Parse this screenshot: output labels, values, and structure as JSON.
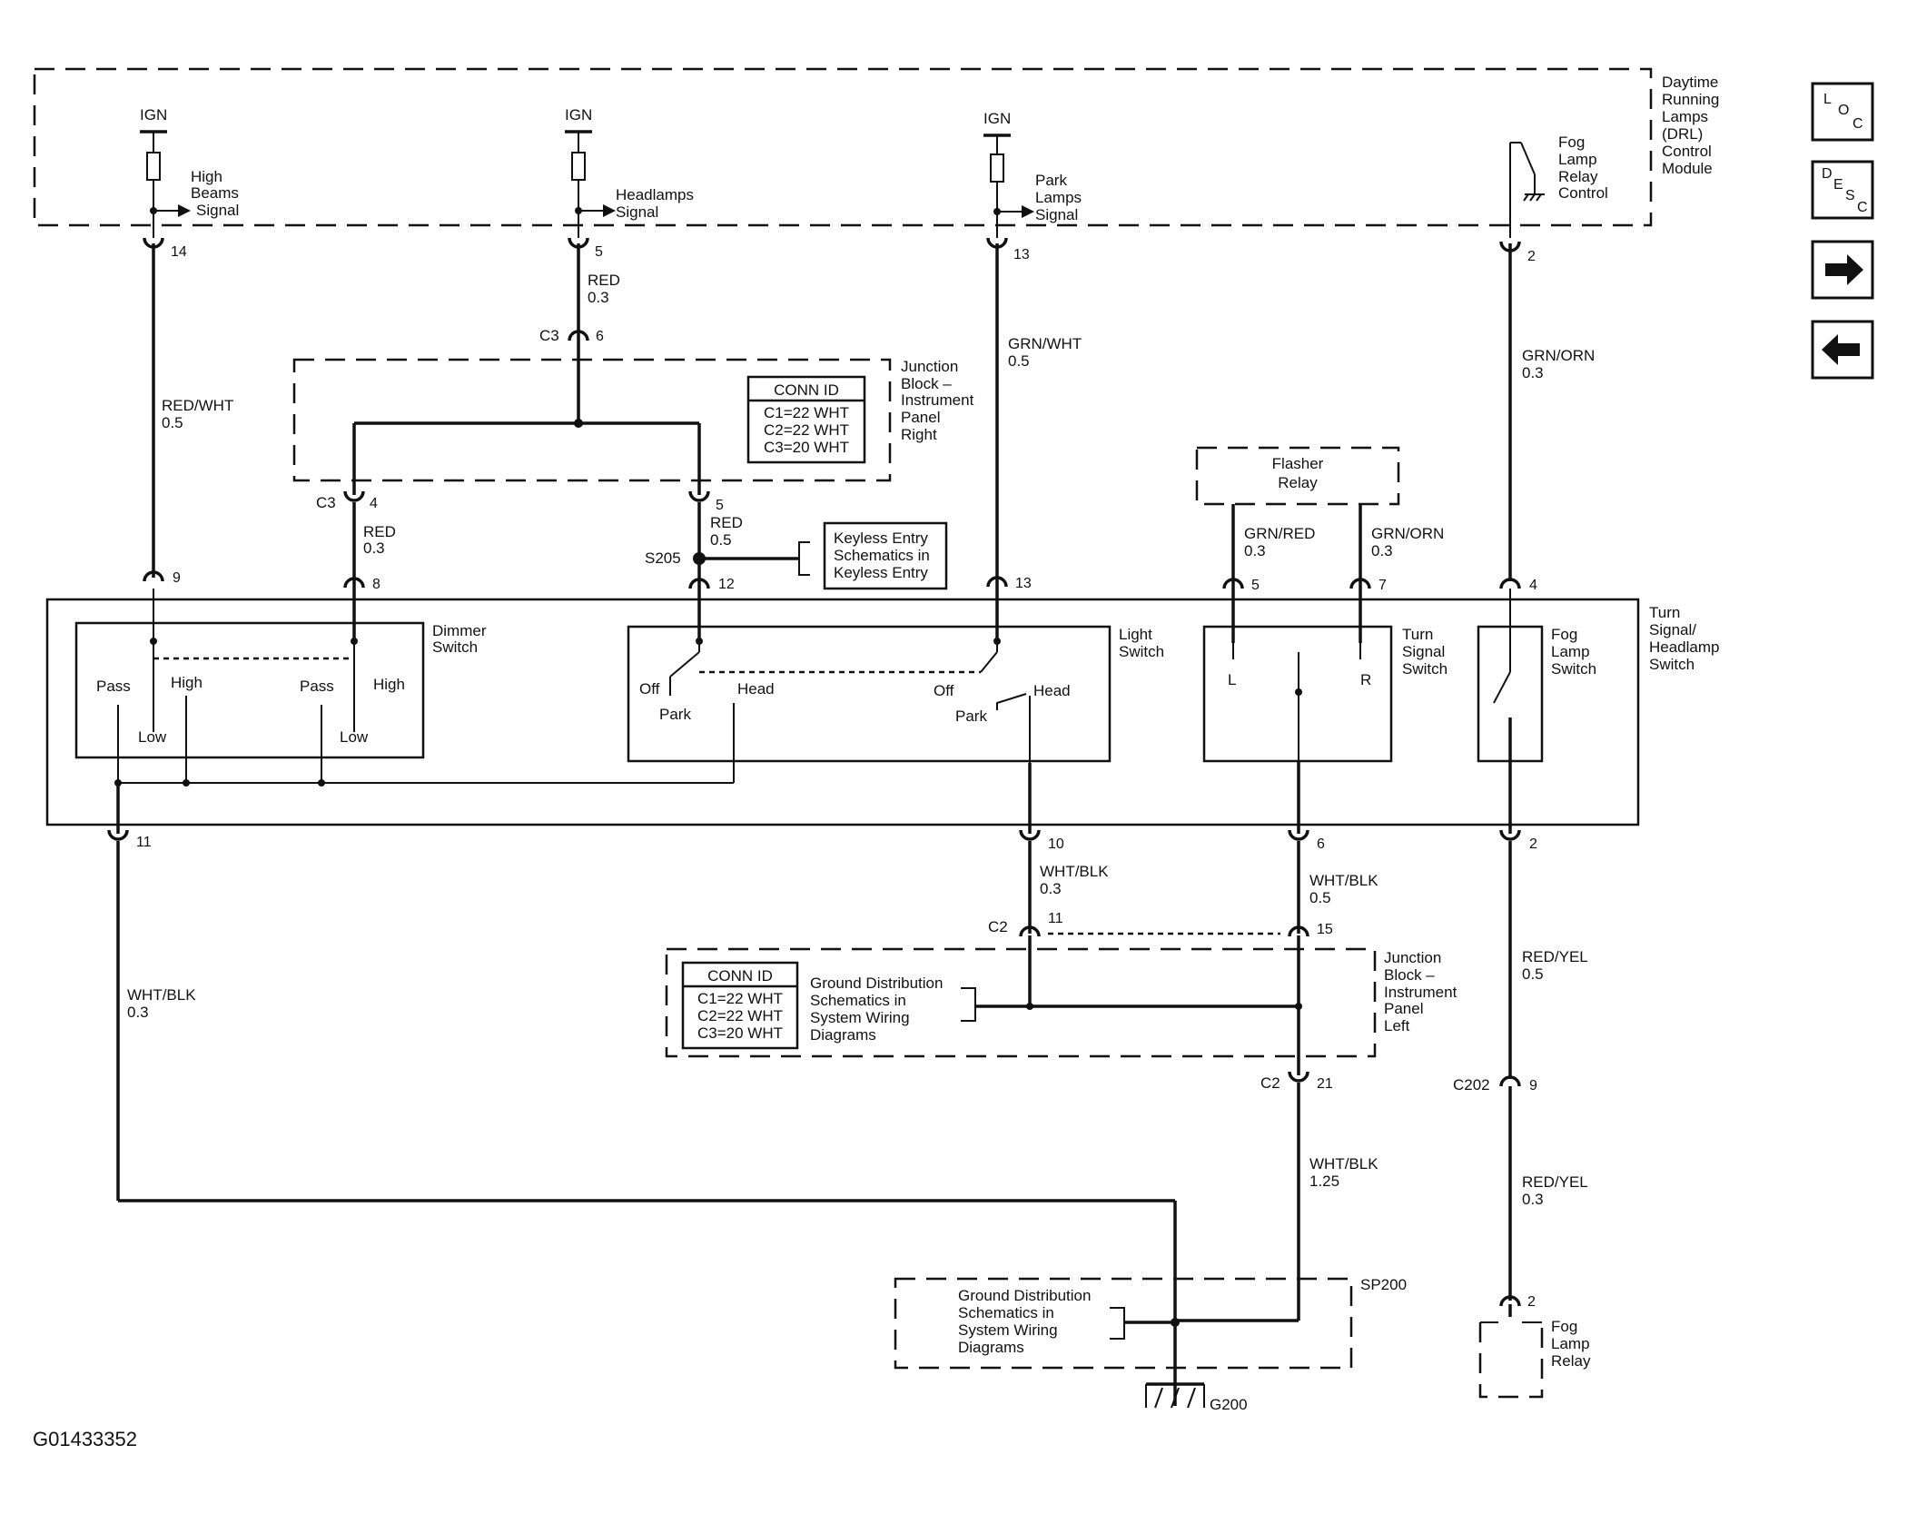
{
  "nav": {
    "loc": [
      "L",
      "O",
      "C"
    ],
    "desc": [
      "D",
      "E",
      "S",
      "C"
    ],
    "next_icon": "arrow-right",
    "prev_icon": "arrow-left"
  },
  "drl_module": {
    "title": [
      "Daytime",
      "Running",
      "Lamps",
      "(DRL)",
      "Control",
      "Module"
    ],
    "ign": "IGN",
    "high_beams": [
      "High",
      "Beams",
      "Signal"
    ],
    "headlamps": [
      "Headlamps",
      "Signal"
    ],
    "park_lamps": [
      "Park",
      "Lamps",
      "Signal"
    ],
    "fog_relay_control": [
      "Fog",
      "Lamp",
      "Relay",
      "Control"
    ]
  },
  "pins": {
    "p14": "14",
    "p5": "5",
    "p13": "13",
    "p2": "2",
    "c3_6": "6",
    "c3_4": "4",
    "jb_5": "5",
    "s_12": "12",
    "sw9": "9",
    "sw8": "8",
    "sw13": "13",
    "sw5": "5",
    "sw7": "7",
    "sw4": "4",
    "b11": "11",
    "b10": "10",
    "b6": "6",
    "b2": "2",
    "c2_11": "11",
    "c2_15": "15",
    "c2_21": "21",
    "c202_9": "9",
    "relay2": "2"
  },
  "wires": {
    "red_03": [
      "RED",
      "0.3"
    ],
    "red_wht_05": [
      "RED/WHT",
      "0.5"
    ],
    "grn_wht_05": [
      "GRN/WHT",
      "0.5"
    ],
    "grn_orn_03": [
      "GRN/ORN",
      "0.3"
    ],
    "red_03_b": [
      "RED",
      "0.3"
    ],
    "red_05": [
      "RED",
      "0.5"
    ],
    "grn_red_03": [
      "GRN/RED",
      "0.3"
    ],
    "grn_orn_03_b": [
      "GRN/ORN",
      "0.3"
    ],
    "wht_blk_03_a": [
      "WHT/BLK",
      "0.3"
    ],
    "wht_blk_03_b": [
      "WHT/BLK",
      "0.3"
    ],
    "wht_blk_05": [
      "WHT/BLK",
      "0.5"
    ],
    "red_yel_05": [
      "RED/YEL",
      "0.5"
    ],
    "wht_blk_125": [
      "WHT/BLK",
      "1.25"
    ],
    "red_yel_03": [
      "RED/YEL",
      "0.3"
    ]
  },
  "connectors": {
    "c3": "C3",
    "c2": "C2",
    "c202": "C202",
    "s205": "S205",
    "sp200": "SP200",
    "g200": "G200"
  },
  "junction_right": {
    "title": [
      "Junction",
      "Block –",
      "Instrument",
      "Panel",
      "Right"
    ],
    "conn_id_header": "CONN ID",
    "conn_ids": [
      "C1=22 WHT",
      "C2=22 WHT",
      "C3=20 WHT"
    ]
  },
  "keyless": [
    "Keyless Entry",
    "Schematics in",
    "Keyless Entry"
  ],
  "flasher": [
    "Flasher",
    "Relay"
  ],
  "switch_assembly": {
    "title": [
      "Turn",
      "Signal/",
      "Headlamp",
      "Switch"
    ],
    "dimmer": {
      "title": [
        "Dimmer",
        "Switch"
      ],
      "pass1": "Pass",
      "high1": "High",
      "low1": "Low",
      "pass2": "Pass",
      "high2": "High",
      "low2": "Low"
    },
    "light": {
      "title": [
        "Light",
        "Switch"
      ],
      "off1": "Off",
      "park1": "Park",
      "head1": "Head",
      "off2": "Off",
      "park2": "Park",
      "head2": "Head"
    },
    "turn": {
      "title": [
        "Turn",
        "Signal",
        "Switch"
      ],
      "left": "L",
      "right": "R"
    },
    "fog": {
      "title": [
        "Fog",
        "Lamp",
        "Switch"
      ]
    }
  },
  "junction_left": {
    "title": [
      "Junction",
      "Block –",
      "Instrument",
      "Panel",
      "Left"
    ],
    "conn_id_header": "CONN ID",
    "conn_ids": [
      "C1=22 WHT",
      "C2=22 WHT",
      "C3=20 WHT"
    ],
    "ground_ref": [
      "Ground Distribution",
      "Schematics in",
      "System Wiring",
      "Diagrams"
    ]
  },
  "ground_block": [
    "Ground Distribution",
    "Schematics in",
    "System Wiring",
    "Diagrams"
  ],
  "fog_relay": [
    "Fog",
    "Lamp",
    "Relay"
  ],
  "figure_id": "G01433352"
}
